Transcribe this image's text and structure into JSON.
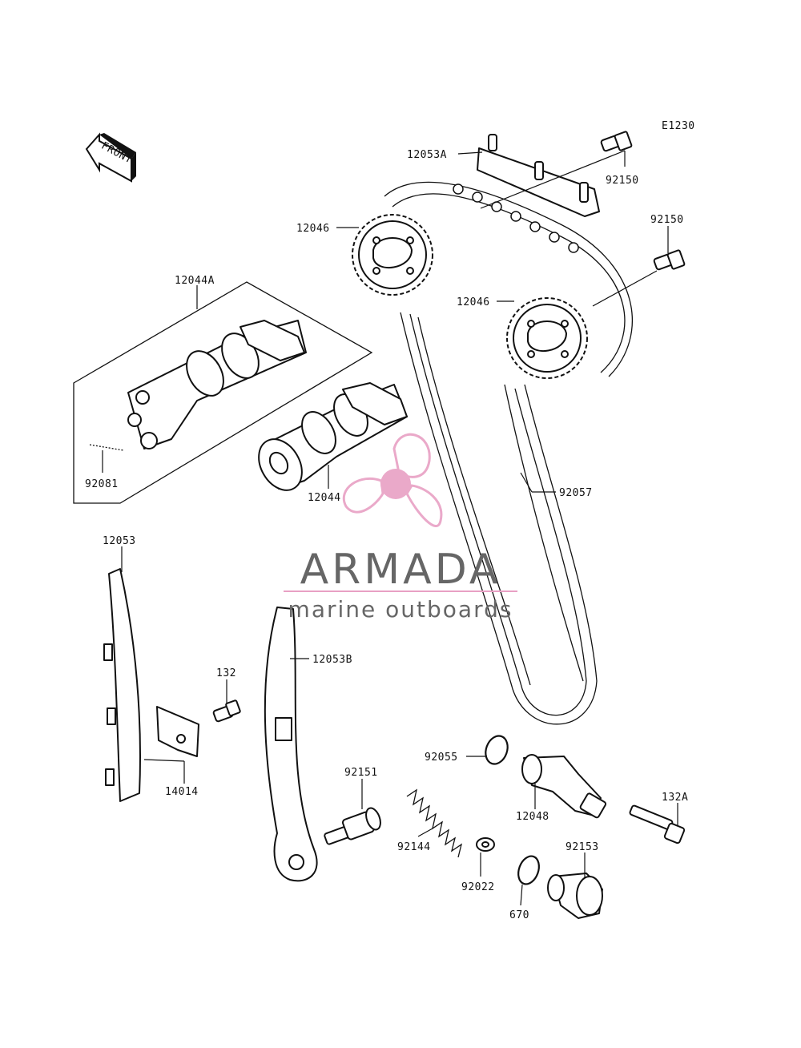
{
  "diagram": {
    "code": "E1230",
    "front_label": "FRONT",
    "labels": {
      "p12053A": "12053A",
      "p92150a": "92150",
      "p92150b": "92150",
      "p12046a": "12046",
      "p12046b": "12046",
      "p12044A": "12044A",
      "p92081": "92081",
      "p12044": "12044",
      "p92057": "92057",
      "p12053": "12053",
      "p12053B": "12053B",
      "p132": "132",
      "p14014": "14014",
      "p92055": "92055",
      "p92151": "92151",
      "p12048": "12048",
      "p132A": "132A",
      "p92144": "92144",
      "p92153": "92153",
      "p92022": "92022",
      "p670": "670"
    }
  },
  "watermark": {
    "brand": "ARMADA",
    "tagline": "marine outboards",
    "colors": {
      "logo_pink": "#e8a0c4",
      "text_gray": "#666666"
    }
  }
}
